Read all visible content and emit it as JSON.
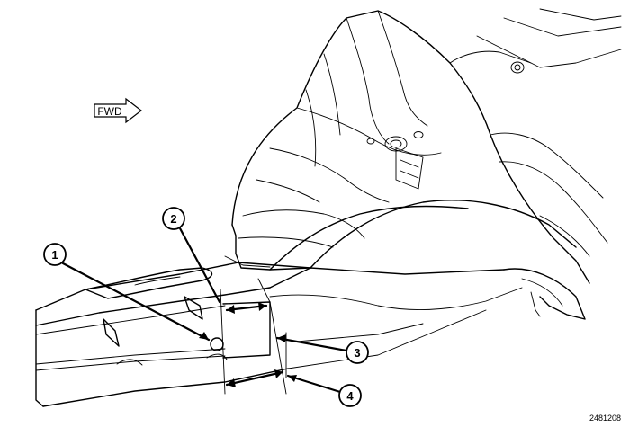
{
  "diagram": {
    "direction_label": "FWD",
    "figure_number": "2481208",
    "callouts": [
      {
        "number": "1"
      },
      {
        "number": "2"
      },
      {
        "number": "3"
      },
      {
        "number": "4"
      }
    ]
  }
}
